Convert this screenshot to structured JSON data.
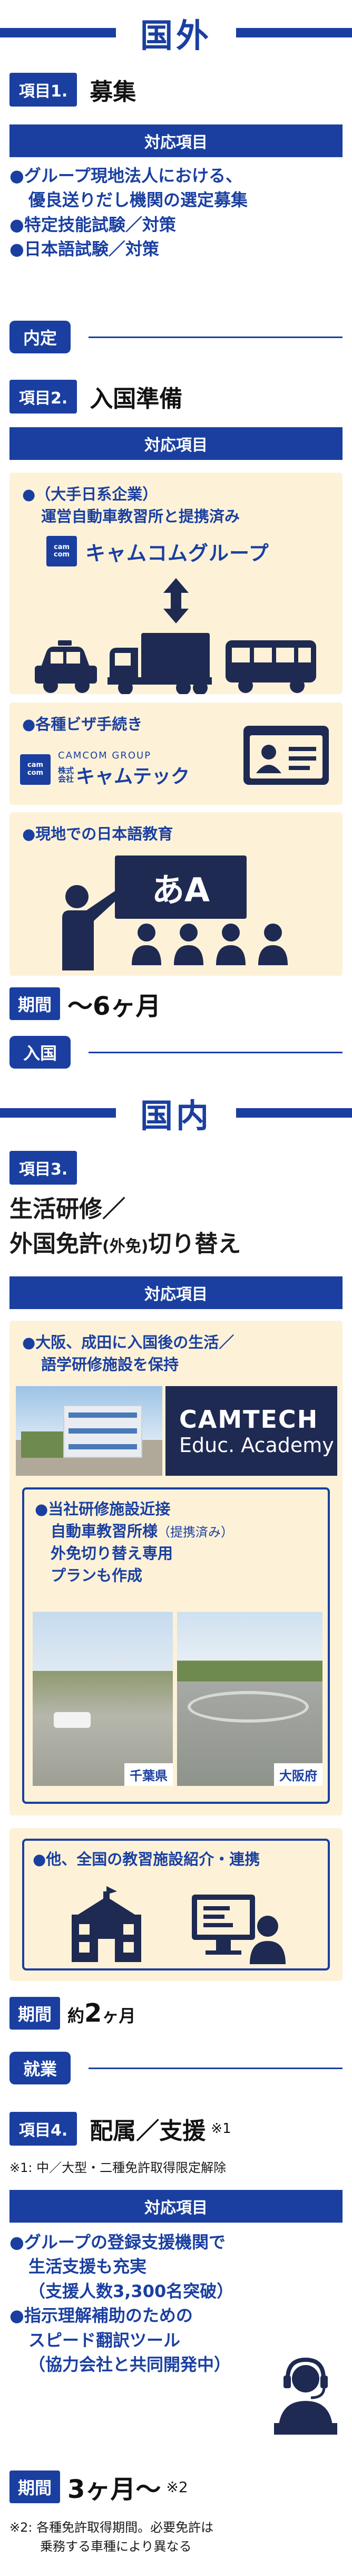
{
  "section_abroad": "国外",
  "section_domestic": "国内",
  "stage_naitei": "内定",
  "stage_nyukoku": "入国",
  "stage_shugyo": "就業",
  "taio": "対応項目",
  "item1": {
    "label": "項目1.",
    "name": "募集",
    "bullets": [
      "●グループ現地法人における、",
      "優良送りだし機関の選定募集",
      "●特定技能試験／対策",
      "●日本語試験／対策"
    ]
  },
  "item2": {
    "label": "項目2.",
    "name": "入国準備",
    "box1_lines": [
      "●（大手日系企業）",
      "運営自動車教習所と提携済み"
    ],
    "box1_logo": "キャムコムグループ",
    "box2_line": "●各種ビザ手続き",
    "box2_logo_small": "CAMCOM GROUP",
    "box2_logo_corp": "株式会社",
    "box2_logo": "キャムテック",
    "box3_line": "●現地での日本語教育",
    "board_text": "あA",
    "period_label": "期間",
    "period_value": "〜6ヶ月"
  },
  "item3": {
    "label": "項目3.",
    "name_line1": "生活研修／",
    "name_line2a": "外国免許",
    "name_line2b": "(外免)",
    "name_line2c": "切り替え",
    "box1_lines": [
      "●大阪、成田に入国後の生活／",
      "語学研修施設を保持"
    ],
    "academy_line1": "CAMTECH",
    "academy_line2": "Educ. Academy",
    "inner_lines": [
      "●当社研修施設近接",
      "自動車教習所様",
      "外免切り替え専用",
      "プランも作成"
    ],
    "inner_paren": "（提携済み）",
    "photo1_caption": "千葉県",
    "photo2_caption": "大阪府",
    "box2_line": "●他、全国の教習施設紹介・連携",
    "period_label": "期間",
    "period_value_pre": "約",
    "period_value_num": "2",
    "period_value_post": "ヶ月"
  },
  "item4": {
    "label": "項目4.",
    "name": "配属／支援",
    "note": "※1",
    "footnote1": "※1: 中／大型・二種免許取得限定解除",
    "bullets": [
      "●グループの登録支援機関で",
      "生活支援も充実",
      "（支援人数3,300名突破）",
      "●指示理解補助のための",
      "スピード翻訳ツール",
      "（協力会社と共同開発中）"
    ],
    "period_label": "期間",
    "period_value": "3ヶ月〜",
    "period_note": "※2",
    "footnote2_lines": [
      "※2: 各種免許取得期間。必要免許は",
      "乗務する車種により異なる"
    ]
  },
  "colors": {
    "brand_blue": "#1a3fa0",
    "cream": "#fdf2d8"
  }
}
